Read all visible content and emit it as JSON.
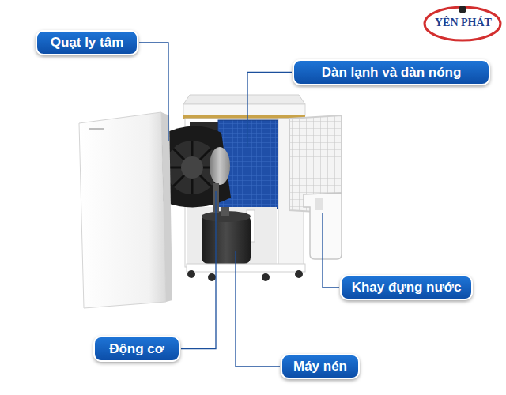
{
  "diagram": {
    "nodes": [
      {
        "text": [
          "Quạt ly tâm"
        ]
      },
      {
        "text": [
          "Dàn lạnh và dàn nóng"
        ]
      },
      {
        "text": [
          "Khay đựng nước"
        ]
      },
      {
        "text": [
          "Động cơ"
        ]
      },
      {
        "text": [
          "Máy nén"
        ]
      }
    ],
    "labels": [
      "YÊN PHÁT"
    ]
  }
}
